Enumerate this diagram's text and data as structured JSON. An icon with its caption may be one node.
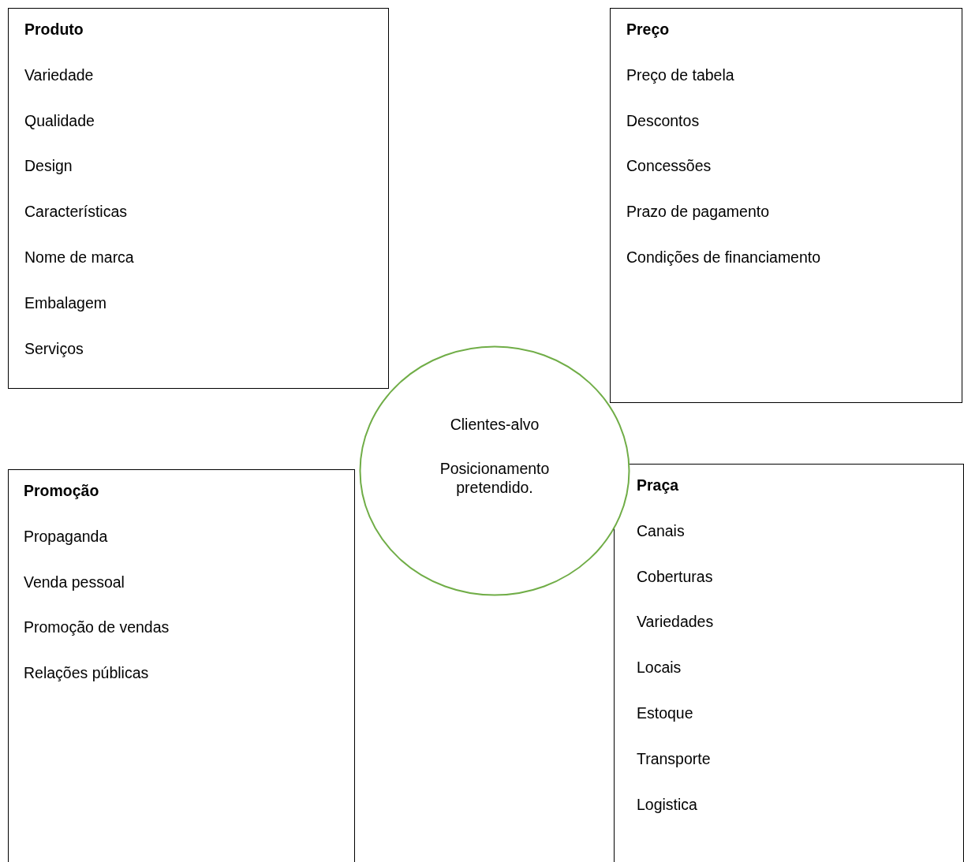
{
  "diagram": {
    "nodes": [
      {
        "text": [
          "Produto",
          "Variedade",
          "Qualidade",
          "Design",
          "Características",
          "Nome de marca",
          "Embalagem",
          "Serviços"
        ]
      },
      {
        "text": [
          "Preço",
          "Preço de tabela",
          "Descontos",
          "Concessões",
          "Prazo de pagamento",
          "Condições de financiamento"
        ]
      },
      {
        "text": [
          "Promoção",
          "Propaganda",
          "Venda pessoal",
          "Promoção de vendas",
          "Relações públicas"
        ]
      },
      {
        "text": [
          "Praça",
          "Canais",
          "Coberturas",
          "Variedades",
          "Locais",
          "Estoque",
          "Transporte",
          "Logistica"
        ]
      },
      {
        "text": [
          "Clientes-alvo",
          "Posicionamento pretendido."
        ]
      }
    ]
  }
}
